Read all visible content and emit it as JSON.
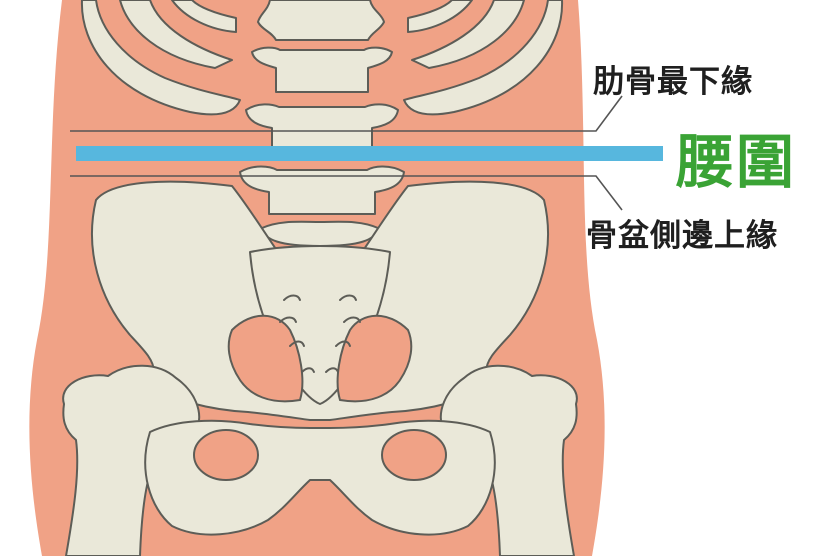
{
  "diagram": {
    "labels": {
      "rib_lower_edge": "肋骨最下緣",
      "waist": "腰圍",
      "iliac_crest_upper_edge": "骨盆側邊上緣"
    },
    "colors": {
      "skin": "#f0a286",
      "bone": "#eae8d9",
      "bone_outline": "#5d5d57",
      "waist_band": "#57b7de",
      "waist_label": "#3aa335",
      "guide_line": "#555555",
      "text": "#1f1f1f"
    }
  }
}
